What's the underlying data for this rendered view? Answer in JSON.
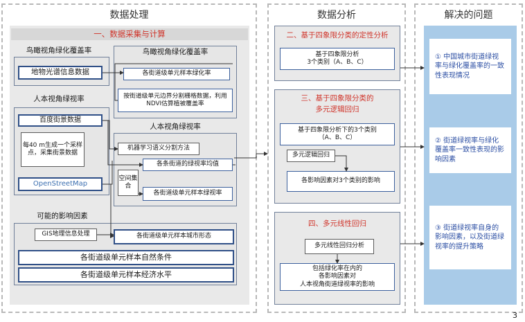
{
  "sections": {
    "processing": "数据处理",
    "analysis": "数据分析",
    "problems": "解决的问题"
  },
  "processing": {
    "band1": "一、数据采集与计算",
    "aerial_left_title": "鸟瞰视角绿化覆盖率",
    "aerial_left_box": "地物光谱信息数据",
    "aerial_right_title": "鸟瞰视角绿化覆盖率",
    "aerial_right_box1": "各街道级单元样本绿化率",
    "aerial_right_box2": "按街道级单元边界分割栅格数据，利用NDVI估算植被覆盖率",
    "human_left_title": "人本视角绿视率",
    "human_left_box1": "百度街景数据",
    "human_left_box2": "每40 m生成一个采样点，采集街景数据",
    "human_left_box3": "OpenStreetMap",
    "human_right_title": "人本视角绿视率",
    "human_right_box1": "机器学习语义分割方法",
    "human_right_box2": "各条街道的绿视率均值",
    "human_right_spatial": "空间集合",
    "human_right_box3": "各街道级单元样本绿视率",
    "factors_title": "可能的影响因素",
    "factors_box1": "GIS地理信息处理",
    "factors_box2": "各街道级单元样本城市形态",
    "factors_box3": "各街道级单元样本自然条件",
    "factors_box4": "各街道级单元样本经济水平"
  },
  "analysis": {
    "sec2_title": "二、基于四象限分类的定性分析",
    "sec2_box": "基于四象限分析\n3个类别（A、B、C）",
    "sec3_title": "三、基于四象限分类的\n多元逻辑回归",
    "sec3_box1": "基于四象限分析下的3个类别\n（A、B、C）",
    "sec3_box2": "多元逻辑回归",
    "sec3_box3": "各影响因素对3个类别的影响",
    "sec4_title": "四、多元线性回归",
    "sec4_box1": "多元线性回归分析",
    "sec4_box2": "包括绿化率在内的\n各影响因素对\n人本视角街道绿视率的影响"
  },
  "problems": {
    "items": [
      "① 中国城市街道绿视率与绿化覆盖率的一致性表现情况",
      "② 街道绿视率与绿化覆盖率一致性表现的影响因素",
      "③ 街道绿视率自身的影响因素，以及街道绿视率的提升策略"
    ]
  },
  "page_number": "3",
  "colors": {
    "accent_red": "#d0352b",
    "box_border": "#3b5f9c",
    "problems_blue": "#a9cbe8",
    "problems_text": "#2b4ea3"
  }
}
